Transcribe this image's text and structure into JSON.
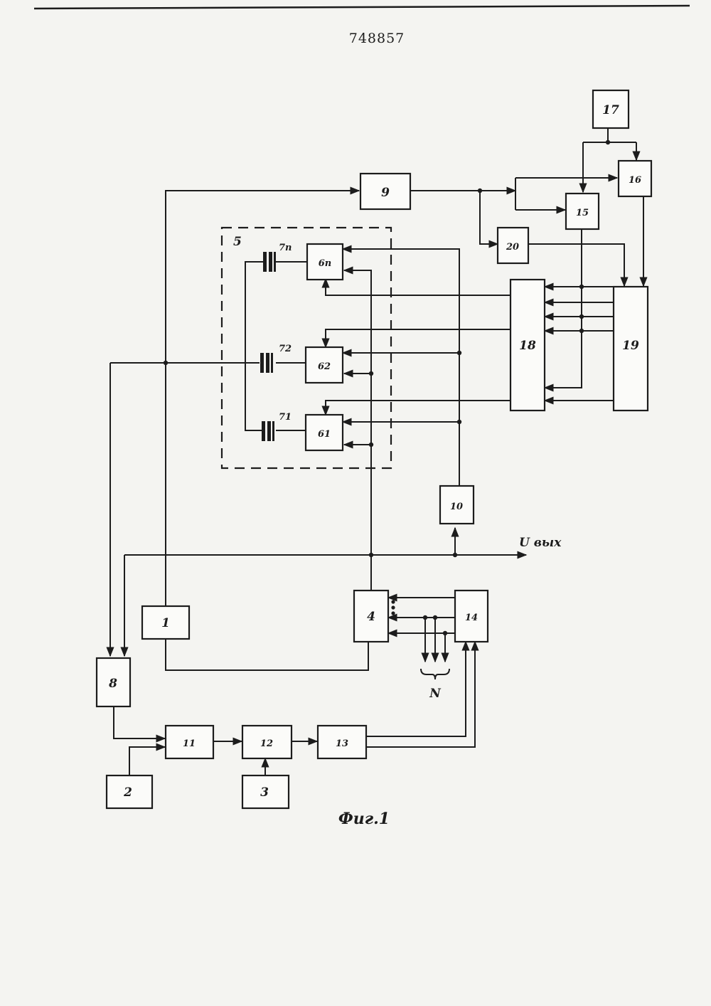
{
  "document": {
    "number": "748857",
    "caption": "Фиг.1"
  },
  "diagram": {
    "blocks": {
      "b1": "1",
      "b2": "2",
      "b3": "3",
      "b4": "4",
      "b8": "8",
      "b9": "9",
      "b10": "10",
      "b11": "11",
      "b12": "12",
      "b13": "13",
      "b14": "14",
      "b15": "15",
      "b16": "16",
      "b17": "17",
      "b18": "18",
      "b19": "19",
      "b20": "20",
      "b6n": "6n",
      "b62": "62",
      "b61": "61"
    },
    "group_label": "5",
    "resonators": {
      "r7n": "7n",
      "r72": "72",
      "r71": "71"
    },
    "output_label": "U вых",
    "bus_label": "N"
  }
}
